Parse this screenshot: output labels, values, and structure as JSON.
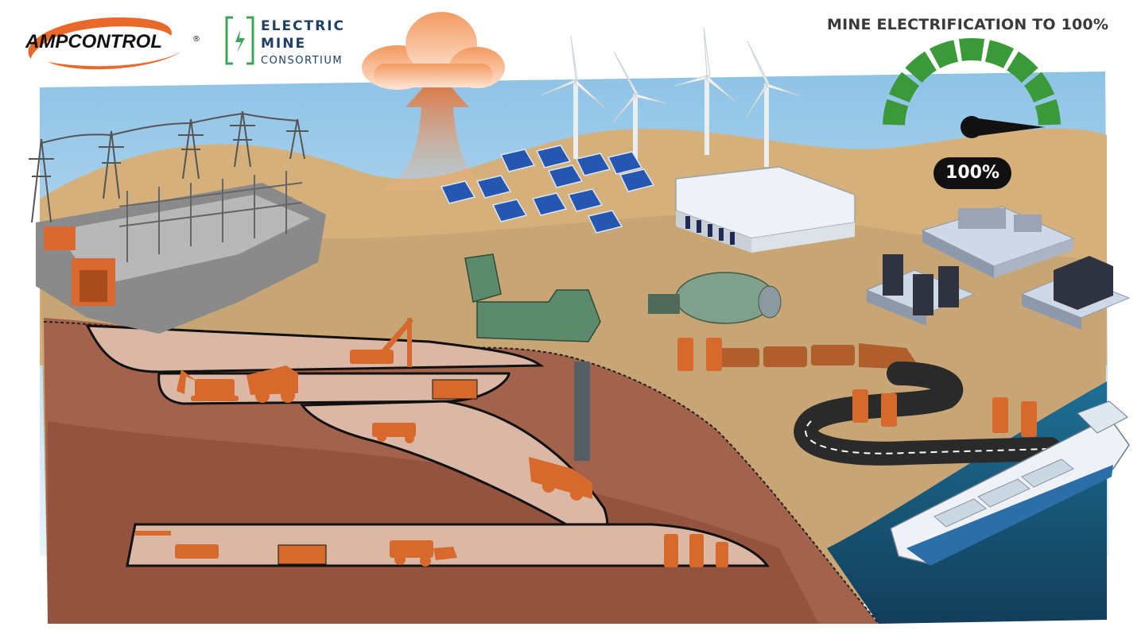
{
  "brand": {
    "ampcontrol_name": "AMPCONTROL",
    "ampcontrol_reg": "®",
    "emc_line1": "ELECTRIC",
    "emc_line2": "MINE",
    "emc_line3": "CONSORTIUM"
  },
  "gauge": {
    "title": "MINE ELECTRIFICATION TO 100%",
    "value_label": "100%",
    "value_percent": 100
  },
  "colors": {
    "brand_orange": "#e8692a",
    "emc_green": "#3ca45a",
    "emc_navy": "#1f3f66",
    "gauge_green": "#3a9a3a",
    "vehicle_orange": "#c9703a"
  },
  "icons": [
    "cloud-icon",
    "wind-turbine-icon",
    "solar-panel-icon",
    "battery-storage-icon",
    "substation-icon",
    "control-room-icon",
    "data-center-icon",
    "charging-station-icon",
    "ship-icon",
    "haul-truck-icon",
    "excavator-icon",
    "drill-rig-icon",
    "loader-icon",
    "ball-mill-icon",
    "ventilation-fan-icon",
    "train-icon"
  ]
}
